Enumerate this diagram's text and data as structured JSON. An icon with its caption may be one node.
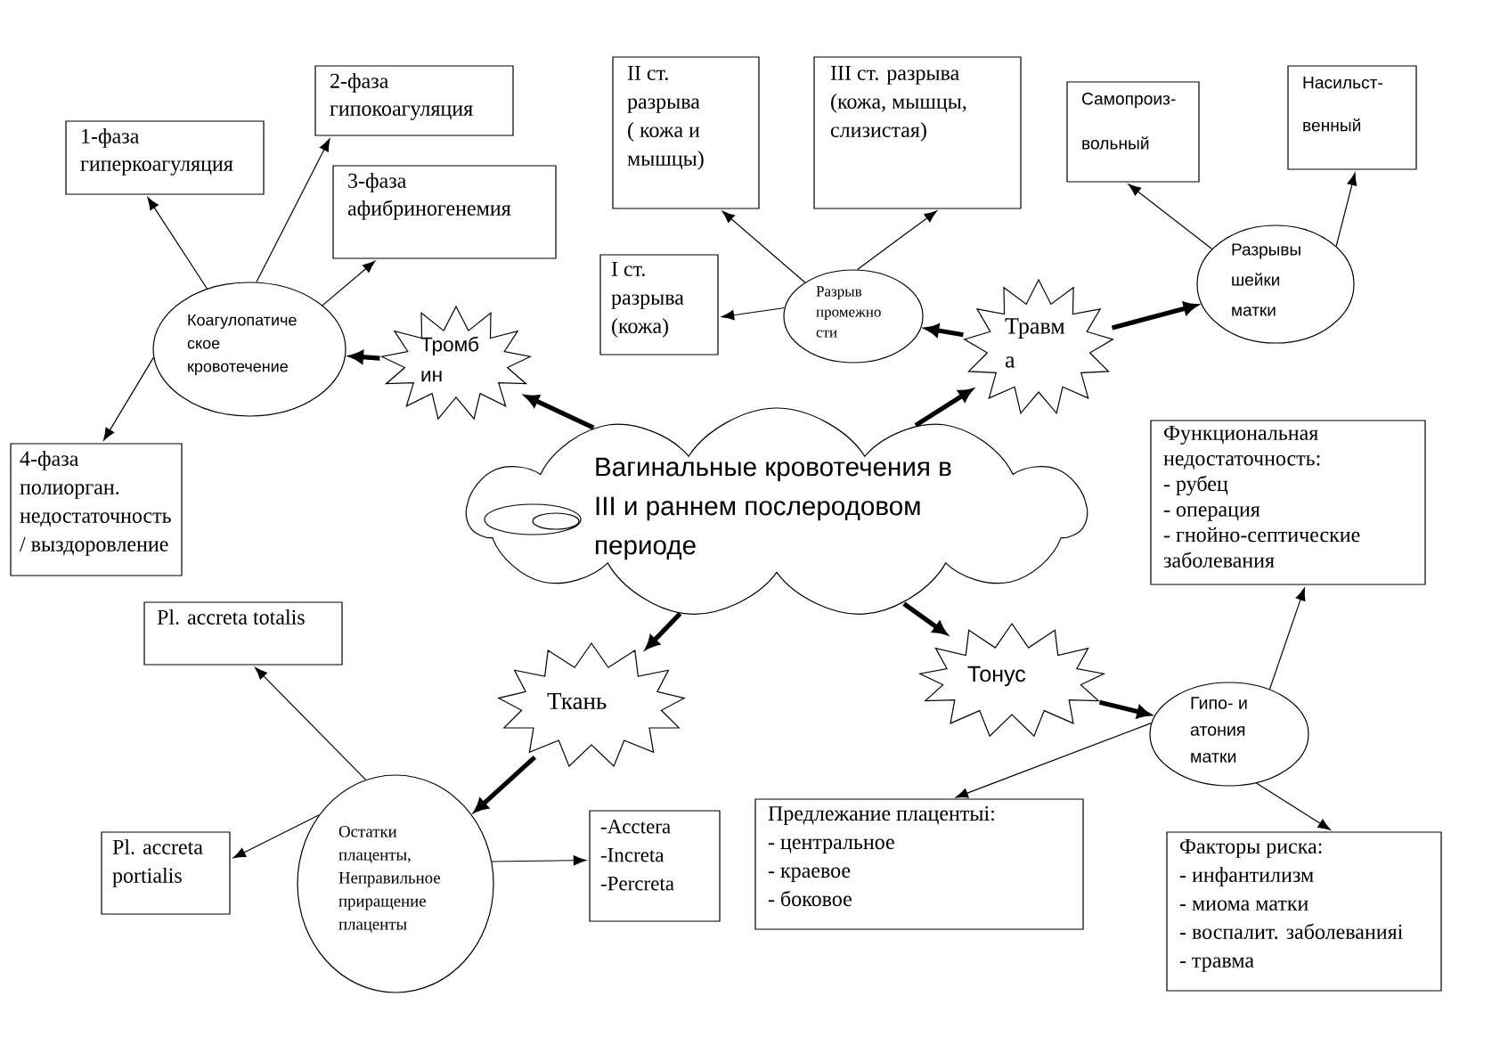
{
  "diagram": {
    "nodes": [
      {
        "text": [
          "Вагинальные кровотечения в III и раннем послеродовом периоде"
        ]
      },
      {
        "text": [
          "Тромб ин"
        ]
      },
      {
        "text": [
          "Коагулопатиче ское кровотечение"
        ]
      },
      {
        "text": [
          "1-фаза гиперкоагуляция"
        ]
      },
      {
        "text": [
          "2-фаза гипокоагуляция"
        ]
      },
      {
        "text": [
          "3-фаза афибриногенемия"
        ]
      },
      {
        "text": [
          "4-фаза полиорган. недостаточность / выздоровление"
        ]
      },
      {
        "text": [
          "Разрыв промежно сти"
        ]
      },
      {
        "text": [
          "I ст. разрыва (кожа)"
        ]
      },
      {
        "text": [
          "II ст. разрыва ( кожа и мышцы)"
        ]
      },
      {
        "text": [
          "III ст. разрыва (кожа, мышцы, слизистая)"
        ]
      },
      {
        "text": [
          "Травм а"
        ]
      },
      {
        "text": [
          "Разрывы шейки матки"
        ]
      },
      {
        "text": [
          "Самопроиз- вольный"
        ]
      },
      {
        "text": [
          "Насильст- венный"
        ]
      },
      {
        "text": [
          "Функциональная недостаточность:",
          "- рубец",
          "- операция",
          "- гнойно-септические заболевания"
        ]
      },
      {
        "text": [
          "Тонус"
        ]
      },
      {
        "text": [
          "Гипо- и атония матки"
        ]
      },
      {
        "text": [
          "Предлежание плацентыі:",
          "- центральное",
          "- краевое",
          "- боковое"
        ]
      },
      {
        "text": [
          "Факторы риска:",
          "- инфантилизм",
          "- миома матки",
          "- воспалит. заболеванияі",
          "- травма"
        ]
      },
      {
        "text": [
          "Ткань"
        ]
      },
      {
        "text": [
          "Остатки плаценты, Неправильное приращение плаценты"
        ]
      },
      {
        "text": [
          "Pl. accreta totalis"
        ]
      },
      {
        "text": [
          "Pl. accreta portialis"
        ]
      },
      {
        "text": [
          "-Acctera",
          "-Increta",
          "-Percreta"
        ]
      }
    ],
    "edges": [
      {
        "from": 0,
        "to": 1,
        "arrow": "to",
        "style": "thick"
      },
      {
        "from": 1,
        "to": 2,
        "arrow": "to",
        "style": "thick"
      },
      {
        "from": 2,
        "to": 3,
        "arrow": "to"
      },
      {
        "from": 2,
        "to": 4,
        "arrow": "to"
      },
      {
        "from": 2,
        "to": 5,
        "arrow": "to"
      },
      {
        "from": 2,
        "to": 6,
        "arrow": "to"
      },
      {
        "from": 0,
        "to": 11,
        "arrow": "to",
        "style": "thick"
      },
      {
        "from": 11,
        "to": 7,
        "arrow": "to",
        "style": "thick"
      },
      {
        "from": 7,
        "to": 8,
        "arrow": "to"
      },
      {
        "from": 7,
        "to": 9,
        "arrow": "to"
      },
      {
        "from": 7,
        "to": 10,
        "arrow": "to"
      },
      {
        "from": 11,
        "to": 12,
        "arrow": "to",
        "style": "thick"
      },
      {
        "from": 12,
        "to": 13,
        "arrow": "to"
      },
      {
        "from": 12,
        "to": 14,
        "arrow": "to"
      },
      {
        "from": 0,
        "to": 16,
        "arrow": "to",
        "style": "thick"
      },
      {
        "from": 16,
        "to": 17,
        "arrow": "to",
        "style": "thick"
      },
      {
        "from": 17,
        "to": 15,
        "arrow": "to"
      },
      {
        "from": 17,
        "to": 18,
        "arrow": "to"
      },
      {
        "from": 17,
        "to": 19,
        "arrow": "to"
      },
      {
        "from": 0,
        "to": 20,
        "arrow": "to",
        "style": "thick"
      },
      {
        "from": 20,
        "to": 21,
        "arrow": "to",
        "style": "thick"
      },
      {
        "from": 21,
        "to": 22,
        "arrow": "to"
      },
      {
        "from": 21,
        "to": 23,
        "arrow": "to"
      },
      {
        "from": 21,
        "to": 24,
        "arrow": "to"
      }
    ]
  }
}
